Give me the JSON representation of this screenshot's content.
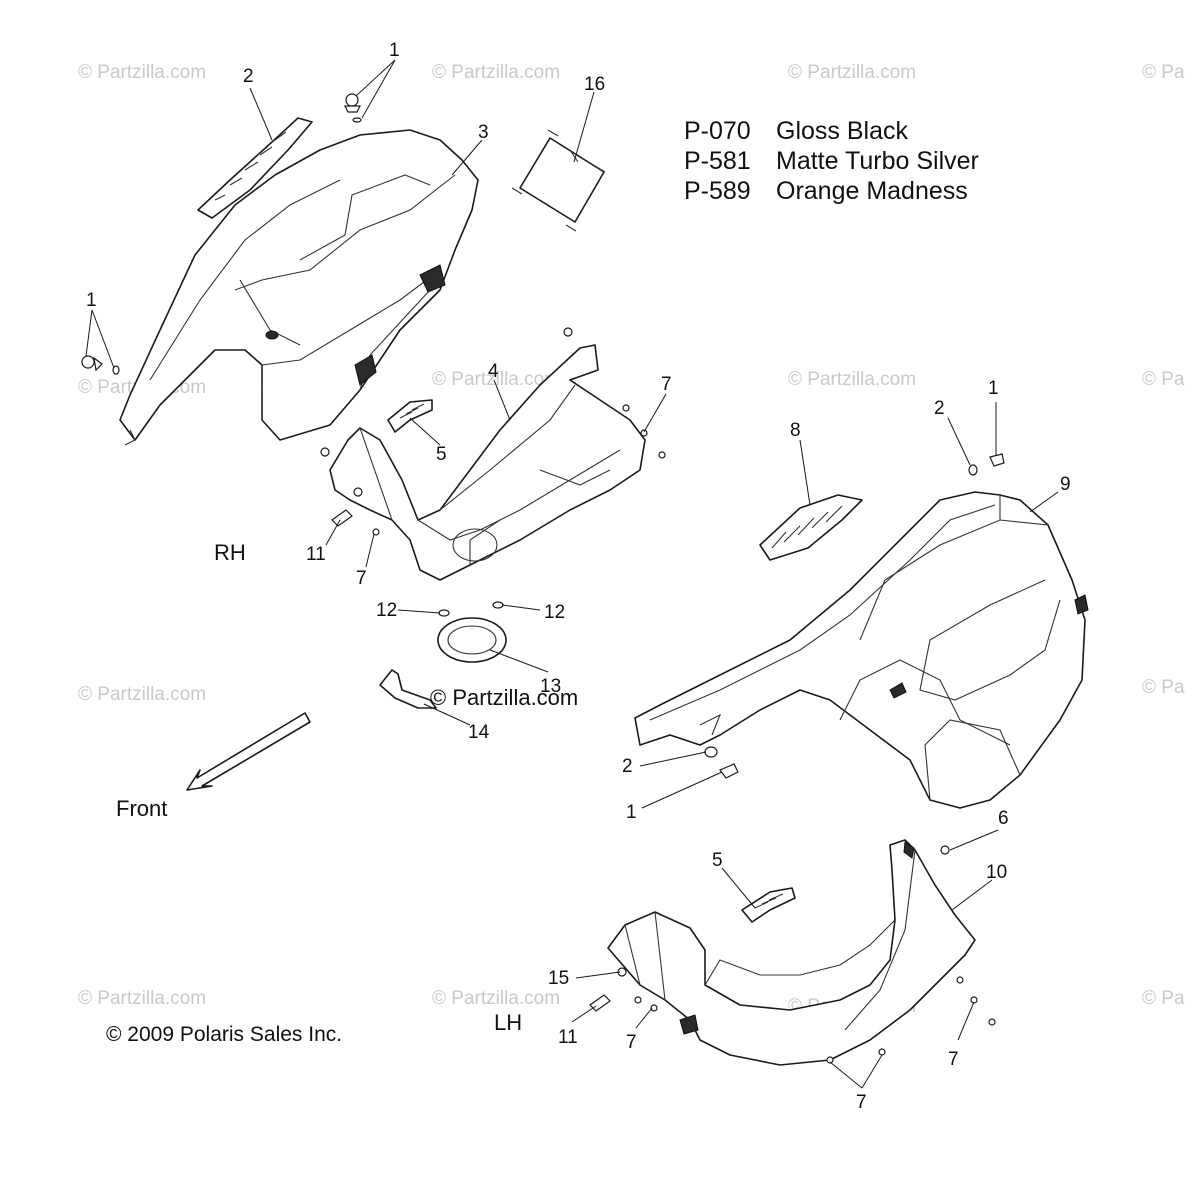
{
  "watermarks": [
    {
      "text": "© Partzilla.com"
    },
    {
      "text": "© Partzilla.com"
    },
    {
      "text": "© Partzilla.com"
    },
    {
      "text": "© Pa"
    },
    {
      "text": "© Partzilla.com"
    },
    {
      "text": "© Partzilla.com"
    },
    {
      "text": "© Partzilla.com"
    },
    {
      "text": "© Pa"
    },
    {
      "text": "© Partzilla.com"
    },
    {
      "text": "© Partzilla.com"
    },
    {
      "text": "© Pa"
    },
    {
      "text": "© Partzilla.com"
    },
    {
      "text": "© Partzilla.com"
    },
    {
      "text": "© Partzilla.com"
    },
    {
      "text": "© Pa"
    }
  ],
  "center_watermark": "© Partzilla.com",
  "legend": [
    {
      "code": "P-070",
      "color": "Gloss Black"
    },
    {
      "code": "P-581",
      "color": "Matte Turbo Silver"
    },
    {
      "code": "P-589",
      "color": "Orange Madness"
    }
  ],
  "side_labels": {
    "right_hand": "RH",
    "left_hand": "LH"
  },
  "direction_label": "Front",
  "copyright": "© 2009 Polaris Sales Inc.",
  "callouts": [
    {
      "num": "1"
    },
    {
      "num": "2"
    },
    {
      "num": "3"
    },
    {
      "num": "16"
    },
    {
      "num": "1"
    },
    {
      "num": "4"
    },
    {
      "num": "7"
    },
    {
      "num": "5"
    },
    {
      "num": "11"
    },
    {
      "num": "7"
    },
    {
      "num": "12"
    },
    {
      "num": "12"
    },
    {
      "num": "13"
    },
    {
      "num": "14"
    },
    {
      "num": "8"
    },
    {
      "num": "2"
    },
    {
      "num": "1"
    },
    {
      "num": "9"
    },
    {
      "num": "2"
    },
    {
      "num": "1"
    },
    {
      "num": "6"
    },
    {
      "num": "5"
    },
    {
      "num": "10"
    },
    {
      "num": "15"
    },
    {
      "num": "11"
    },
    {
      "num": "7"
    },
    {
      "num": "7"
    },
    {
      "num": "7"
    }
  ]
}
